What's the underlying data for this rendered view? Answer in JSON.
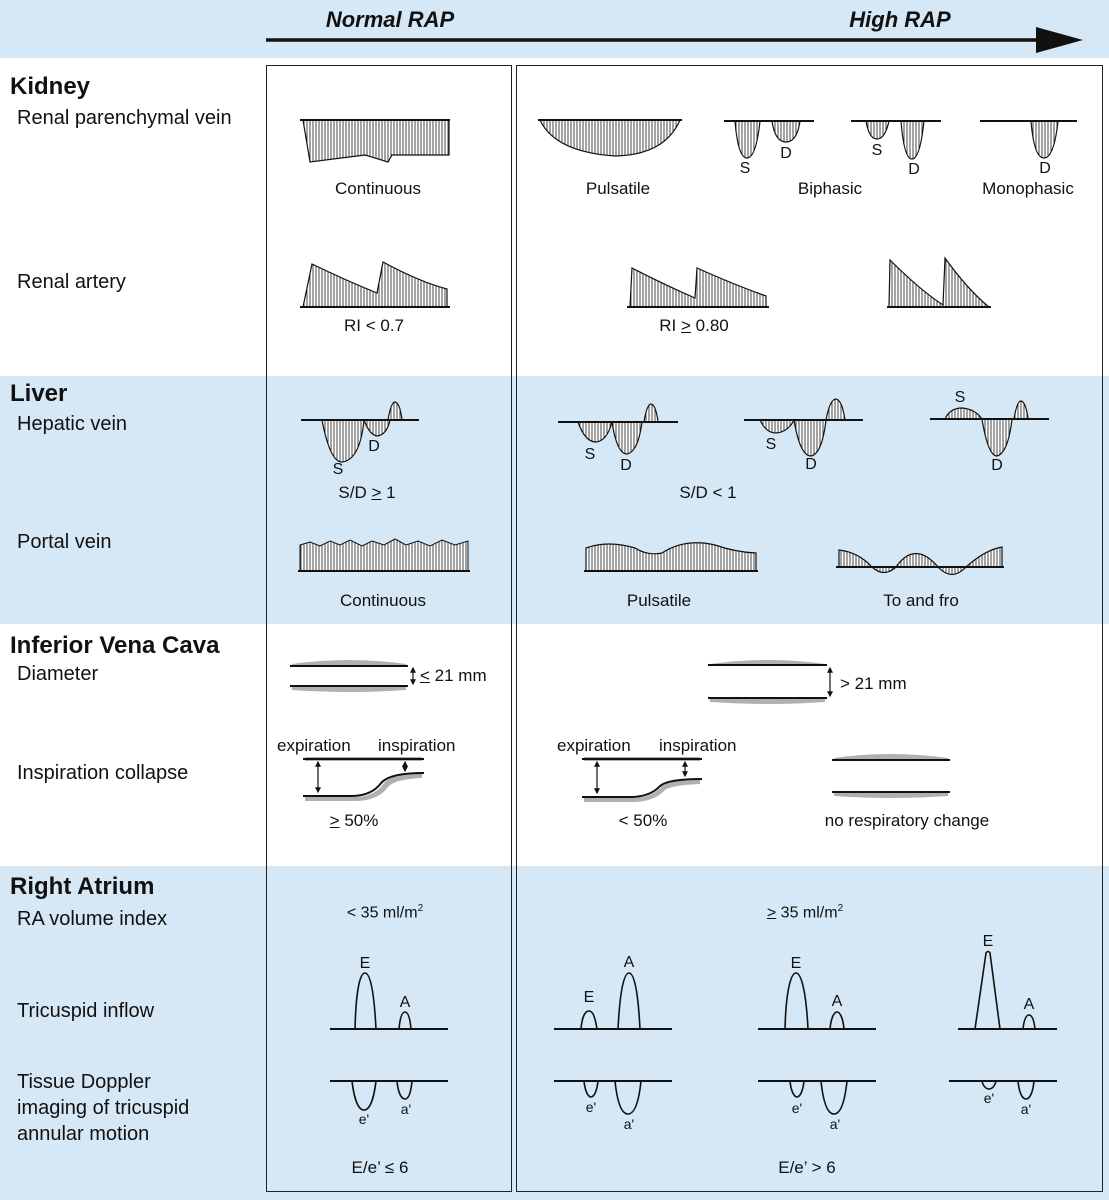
{
  "header": {
    "normal": "Normal RAP",
    "high": "High RAP"
  },
  "sections": {
    "kidney": "Kidney",
    "liver": "Liver",
    "ivc": "Inferior Vena Cava",
    "ra": "Right Atrium"
  },
  "rows": {
    "renal_vein": "Renal parenchymal vein",
    "renal_artery": "Renal artery",
    "hepatic_vein": "Hepatic vein",
    "portal_vein": "Portal vein",
    "diameter": "Diameter",
    "insp_collapse": "Inspiration collapse",
    "ra_volume": "RA volume index",
    "tricuspid": "Tricuspid inflow",
    "tdi_1": "Tissue Doppler",
    "tdi_2": "imaging of tricuspid",
    "tdi_3": "annular motion"
  },
  "labels": {
    "continuous": "Continuous",
    "pulsatile": "Pulsatile",
    "biphasic": "Biphasic",
    "monophasic": "Monophasic",
    "ri_normal": "RI < 0.7",
    "ri_high_pre": "RI ",
    "ri_high_sym": ">",
    "ri_high_post": " 0.80",
    "sd_normal_pre": "S/D ",
    "sd_normal_sym": ">",
    "sd_normal_post": " 1",
    "sd_high": "S/D < 1",
    "portal_continuous": "Continuous",
    "portal_pulsatile": "Pulsatile",
    "to_and_fro": "To and fro",
    "diam_normal_sym": "<",
    "diam_normal_post": " 21 mm",
    "diam_high": "> 21 mm",
    "expiration": "expiration",
    "inspiration": "inspiration",
    "collapse_normal_sym": ">",
    "collapse_normal_post": " 50%",
    "collapse_high": "< 50%",
    "no_resp_change": "no respiratory change",
    "ravi_normal": "< 35 ml/m",
    "ravi_high_sym": ">",
    "ravi_high_post": " 35 ml/m",
    "ravi_sup": "2",
    "ee_normal": "E/e’ ≤ 6",
    "ee_high": "E/e’ > 6"
  },
  "wave_letters": {
    "S": "S",
    "D": "D",
    "E": "E",
    "A": "A",
    "e": "e'",
    "a": "a'"
  },
  "colors": {
    "band": "#d6e8f5",
    "ink": "#111111",
    "wall_shadow": "#b0b0b0"
  }
}
